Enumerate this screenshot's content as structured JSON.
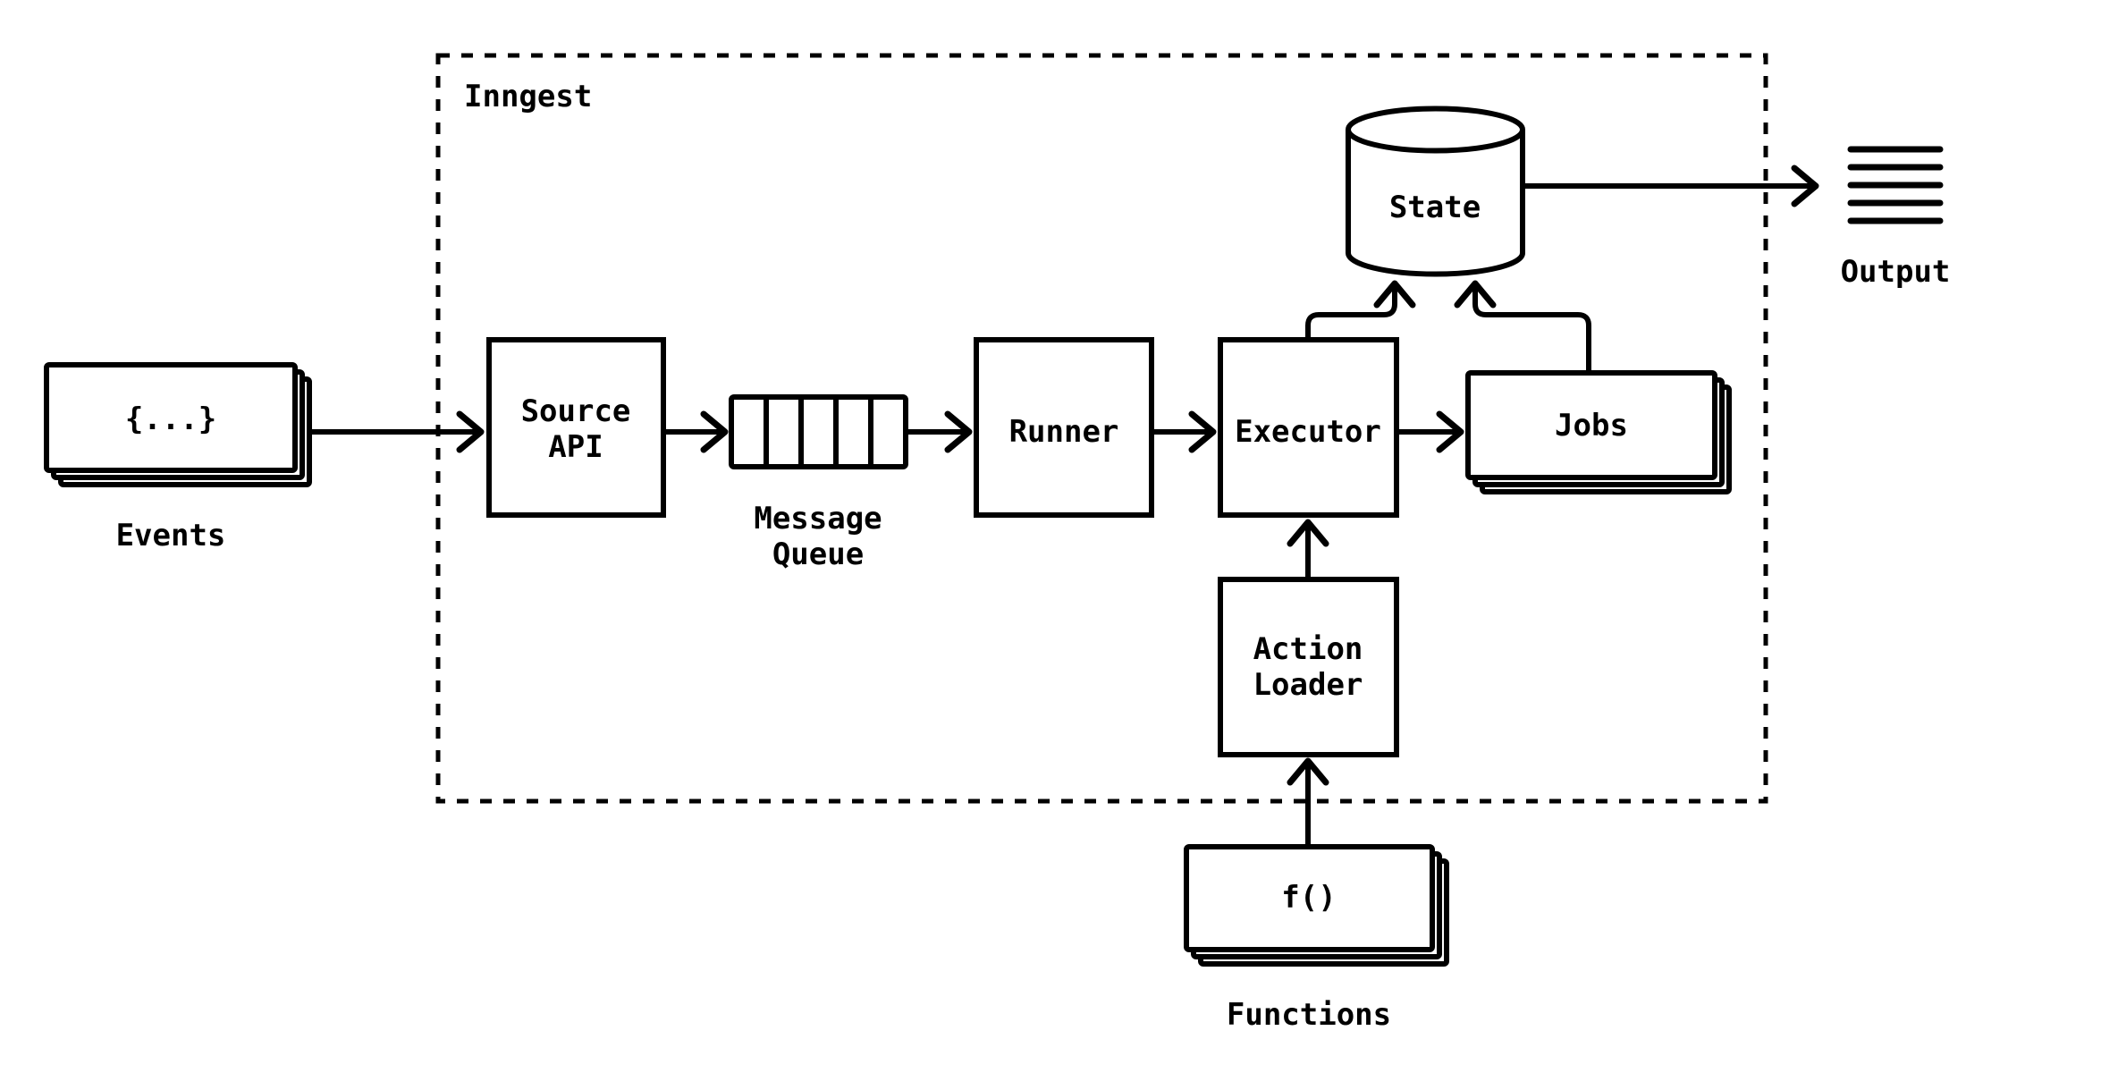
{
  "diagram": {
    "boundary_label": "Inngest",
    "nodes": {
      "events": {
        "icon_text": "{...}",
        "label": "Events"
      },
      "source_api": {
        "label": "Source\nAPI"
      },
      "message_queue": {
        "label": "Message\nQueue",
        "slots": 5
      },
      "runner": {
        "label": "Runner"
      },
      "executor": {
        "label": "Executor"
      },
      "jobs": {
        "label": "Jobs"
      },
      "state": {
        "label": "State"
      },
      "action_loader": {
        "label": "Action\nLoader"
      },
      "functions": {
        "icon_text": "f()",
        "label": "Functions"
      },
      "output": {
        "label": "Output"
      }
    },
    "edges": [
      {
        "from": "events",
        "to": "source_api"
      },
      {
        "from": "source_api",
        "to": "message_queue"
      },
      {
        "from": "message_queue",
        "to": "runner"
      },
      {
        "from": "runner",
        "to": "executor"
      },
      {
        "from": "executor",
        "to": "jobs"
      },
      {
        "from": "executor",
        "to": "state"
      },
      {
        "from": "jobs",
        "to": "state"
      },
      {
        "from": "state",
        "to": "output"
      },
      {
        "from": "action_loader",
        "to": "executor"
      },
      {
        "from": "functions",
        "to": "action_loader"
      }
    ],
    "colors": {
      "ink": "#000000",
      "background": "#ffffff"
    }
  }
}
